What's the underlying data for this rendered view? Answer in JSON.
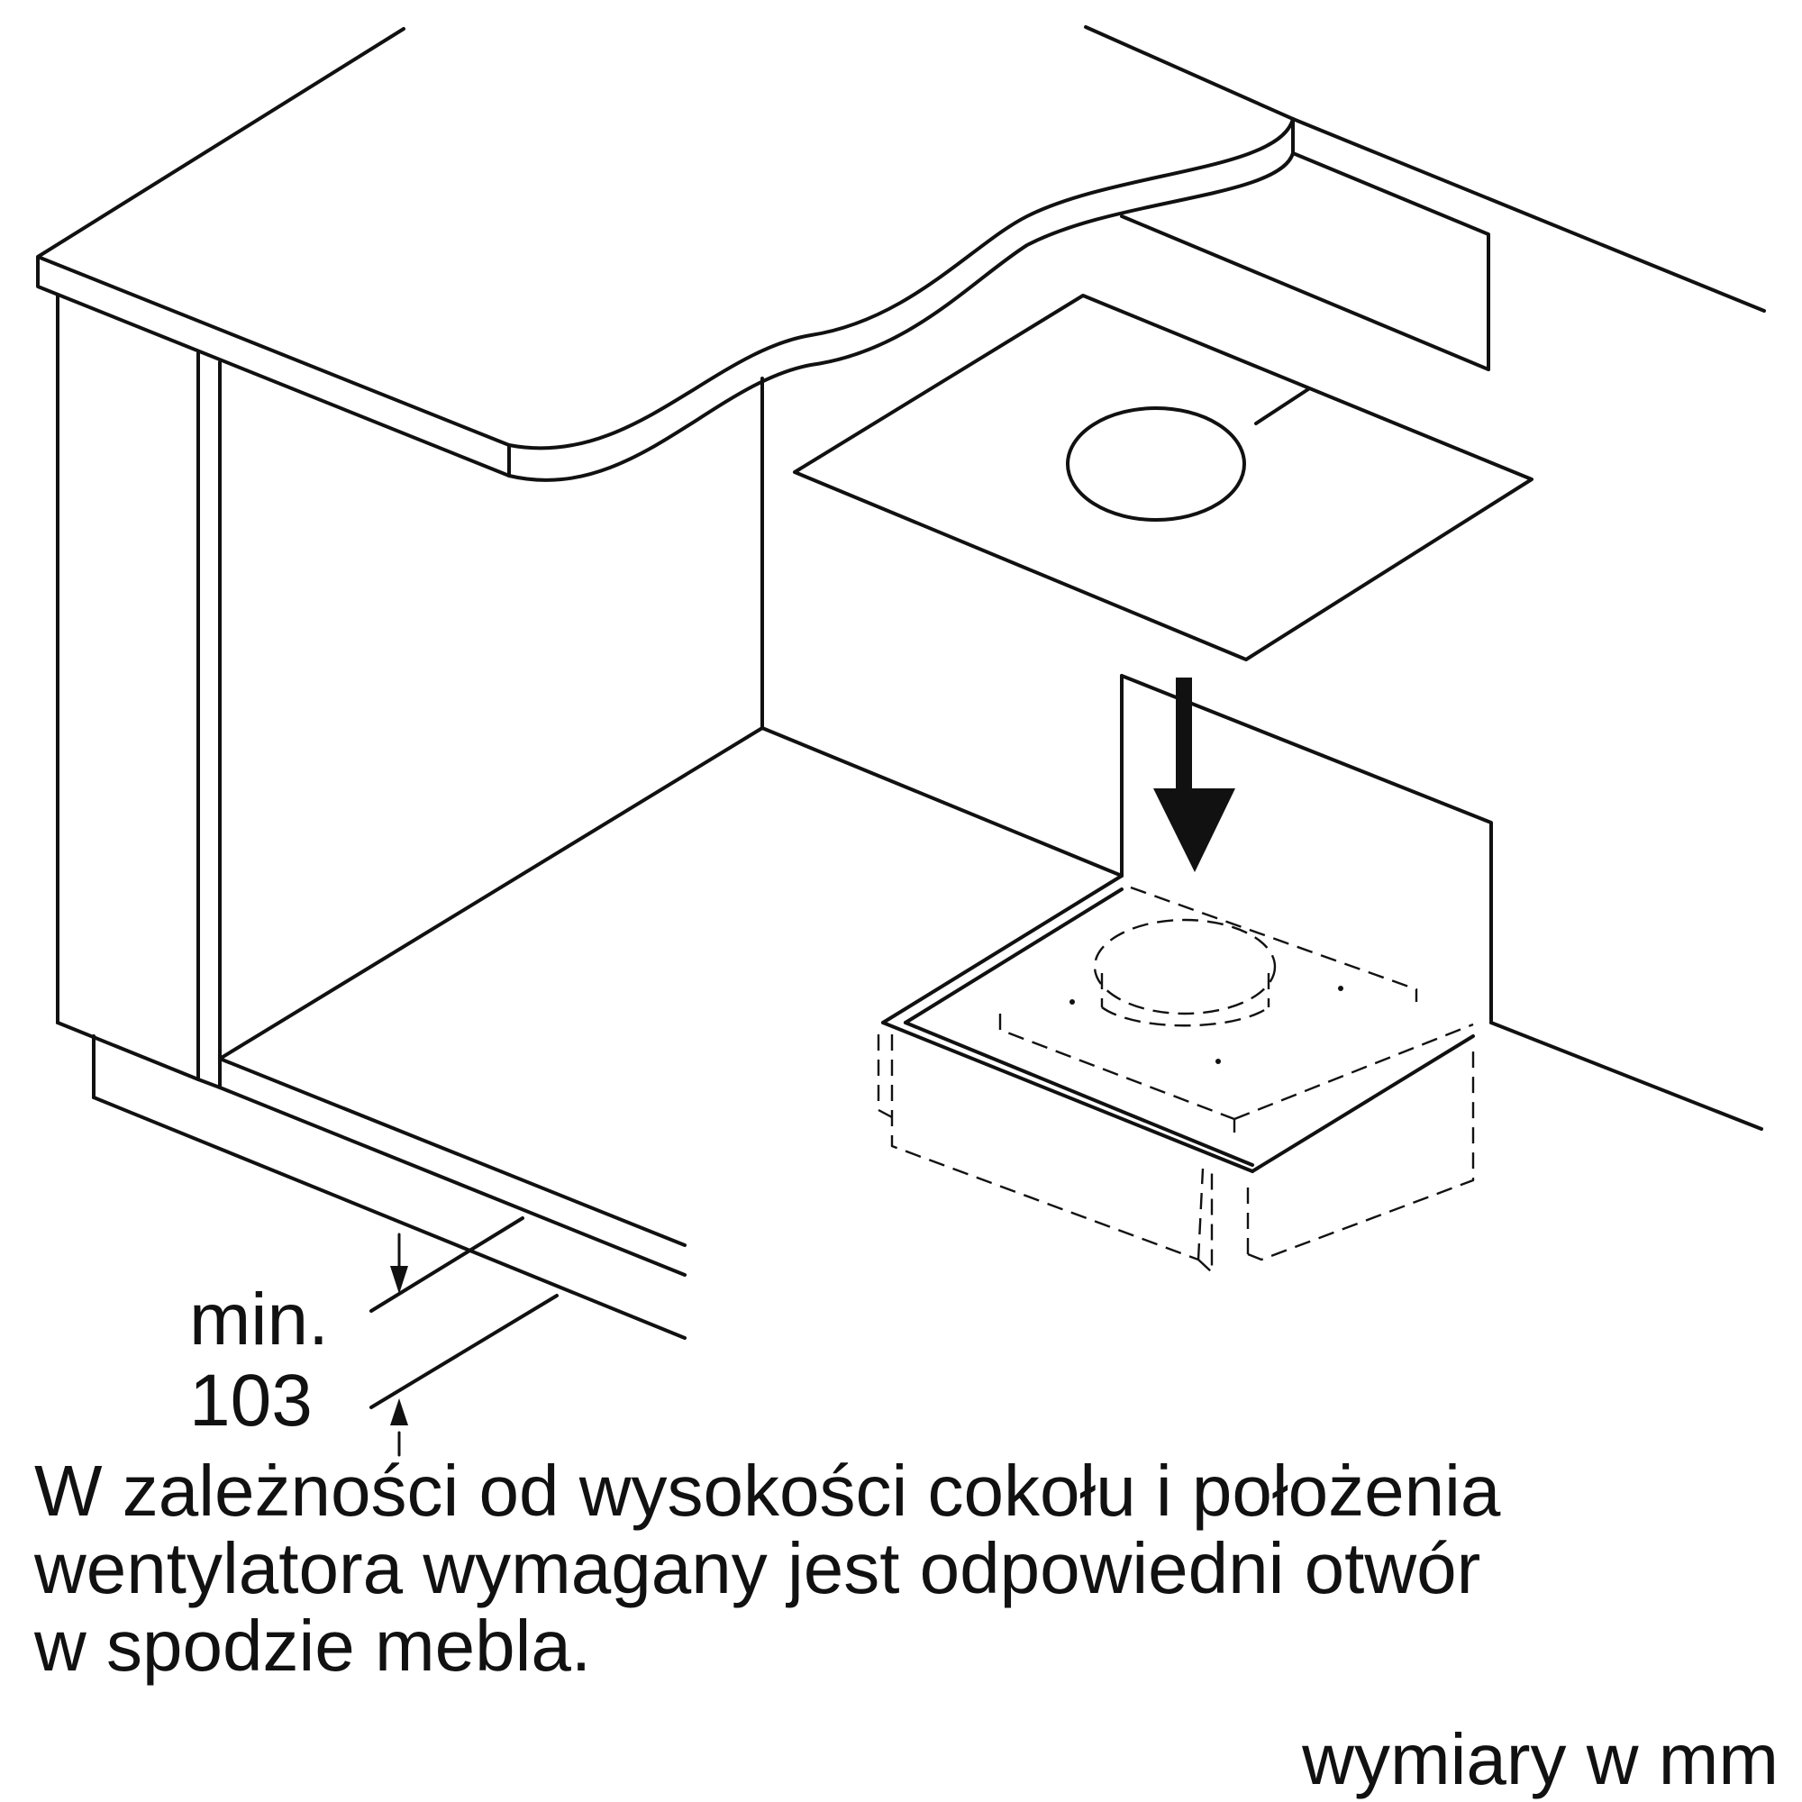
{
  "dimension": {
    "label": "min.",
    "value": "103"
  },
  "note": {
    "line1": "W zależności od wysokości cokołu i położenia",
    "line2": "wentylatora wymagany jest odpowiedni otwór",
    "line3": "w spodzie mebla."
  },
  "units": "wymiary w mm"
}
